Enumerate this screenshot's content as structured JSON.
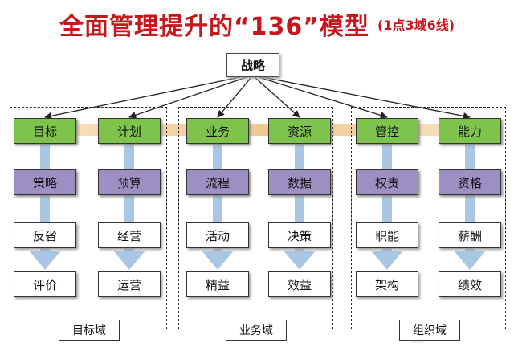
{
  "title": "全面管理提升的“136”模型",
  "subtitle": "(1点3域6线)",
  "root": "战略",
  "domains": [
    {
      "label": "目标域",
      "columns": [
        [
          "目标",
          "策略",
          "反省",
          "评价"
        ],
        [
          "计划",
          "预算",
          "经营",
          "运营"
        ]
      ]
    },
    {
      "label": "业务域",
      "columns": [
        [
          "业务",
          "流程",
          "活动",
          "精益"
        ],
        [
          "资源",
          "数据",
          "决策",
          "效益"
        ]
      ]
    },
    {
      "label": "组织域",
      "columns": [
        [
          "管控",
          "权责",
          "职能",
          "架构"
        ],
        [
          "能力",
          "资格",
          "薪酬",
          "绩效"
        ]
      ]
    }
  ],
  "colors": {
    "title": "#c8161d",
    "level1": "#7dc34c",
    "level2": "#9e8fc2",
    "band": "#f2d5a8",
    "flow_arrow": "#a9c6e3"
  }
}
